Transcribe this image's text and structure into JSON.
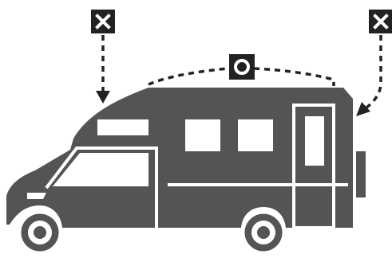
{
  "diagram": {
    "subject": "camper-van-side-view",
    "markers": [
      {
        "id": "front-roof",
        "symbol": "close-icon",
        "meaning": "not-recommended"
      },
      {
        "id": "rear",
        "symbol": "close-icon",
        "meaning": "not-recommended"
      },
      {
        "id": "roof-top",
        "symbol": "circle-icon",
        "meaning": "recommended"
      }
    ],
    "colors": {
      "vehicle": "#545454",
      "marker_background": "#222222",
      "marker_symbol": "#ffffff",
      "outline": "#ffffff",
      "arrows": "#222222",
      "background": "#ffffff"
    }
  }
}
